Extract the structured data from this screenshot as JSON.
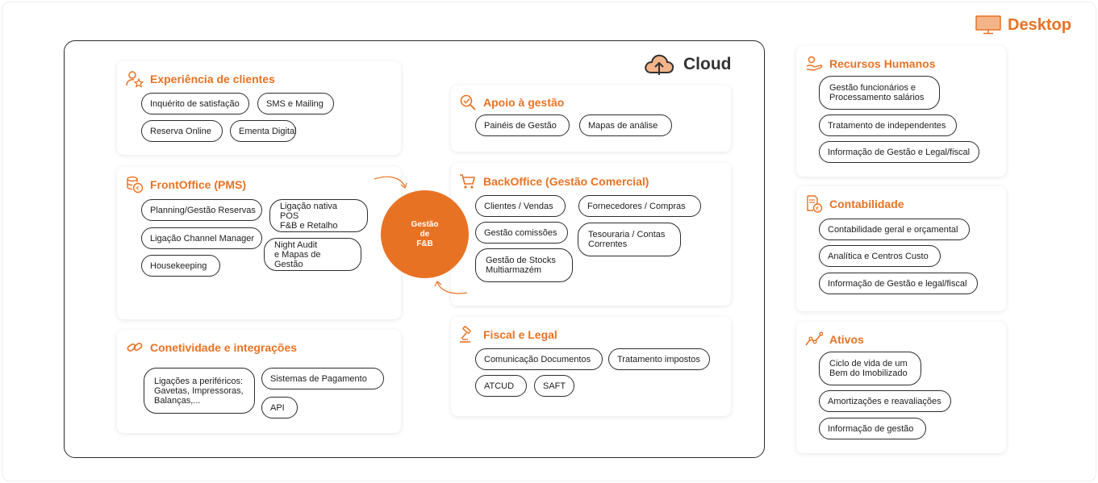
{
  "colors": {
    "accent": "#e87223",
    "border": "#2b2b2b",
    "text": "#1d1d1d"
  },
  "desktop": {
    "label": "Desktop",
    "icon": "monitor-icon"
  },
  "cloud": {
    "label": "Cloud",
    "icon": "cloud-upload-icon"
  },
  "hub": {
    "label": "Gestão\nde\nF&B"
  },
  "cards": {
    "experiencia": {
      "title": "Experiência de clientes",
      "icon": "user-star-icon",
      "items": [
        "Inquérito de satisfação",
        "SMS e Mailing",
        "Reserva Online",
        "Ementa Digital"
      ]
    },
    "frontoffice": {
      "title": "FrontOffice (PMS)",
      "icon": "coins-euro-icon",
      "items": [
        "Planning/Gestão Reservas",
        "Ligação nativa POS\nF&B e Retalho",
        "Ligação Channel Manager",
        "Night Audit\ne Mapas de Gestão",
        "Housekeeping"
      ]
    },
    "conetividade": {
      "title": "Conetividade e integrações",
      "icon": "link-icon",
      "items": [
        "Ligações a periféricos:\nGavetas, Impressoras,\nBalanças,...",
        "Sistemas de Pagamento",
        "API"
      ]
    },
    "apoio": {
      "title": "Apoio à gestão",
      "icon": "search-check-icon",
      "items": [
        "Painéis de Gestão",
        "Mapas de análise"
      ]
    },
    "backoffice": {
      "title": "BackOffice (Gestão Comercial)",
      "icon": "cart-icon",
      "items": [
        "Clientes / Vendas",
        "Fornecedores / Compras",
        "Gestão comissões",
        "Tesouraria / Contas\nCorrentes",
        "Gestão de Stocks\nMultiarmazém"
      ]
    },
    "fiscal": {
      "title": "Fiscal e Legal",
      "icon": "gavel-icon",
      "items": [
        "Comunicação Documentos",
        "Tratamento impostos",
        "ATCUD",
        "SAFT"
      ]
    },
    "rh": {
      "title": "Recursos Humanos",
      "icon": "hand-user-icon",
      "items": [
        "Gestão funcionários e\nProcessamento salários",
        "Tratamento de independentes",
        "Informação de Gestão e Legal/fiscal"
      ]
    },
    "contabilidade": {
      "title": "Contabilidade",
      "icon": "document-euro-icon",
      "items": [
        "Contabilidade geral e orçamental",
        "Analítica e Centros Custo",
        "Informação de Gestão e legal/fiscal"
      ]
    },
    "ativos": {
      "title": "Ativos",
      "icon": "trend-line-icon",
      "items": [
        "Ciclo de vida de um\nBem do Imobilizado",
        "Amortizações e reavaliações",
        "Informação de gestão"
      ]
    }
  }
}
